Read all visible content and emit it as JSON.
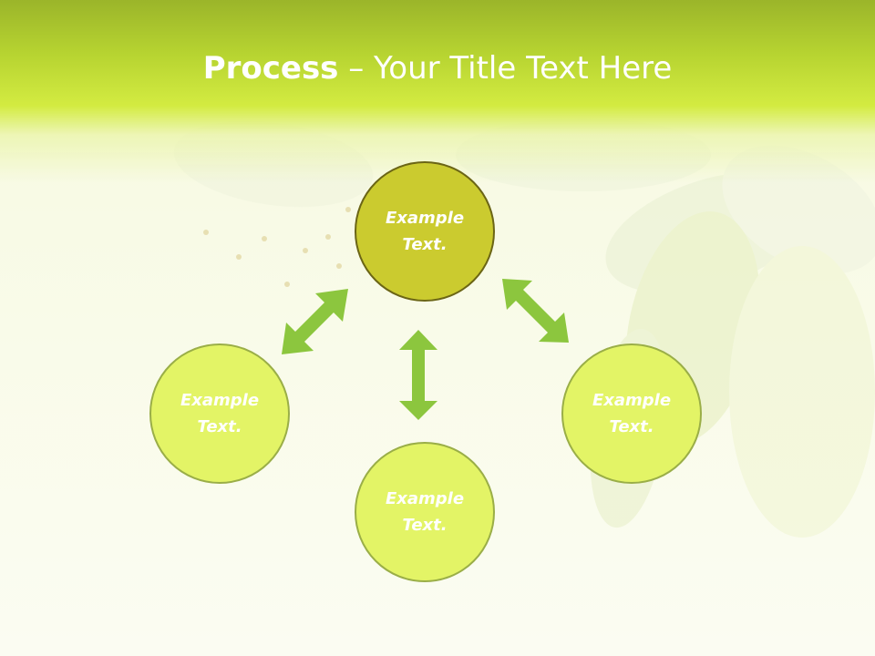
{
  "slide": {
    "title_bold": "Process",
    "title_rest": " – Your Title Text Here"
  },
  "diagram": {
    "nodes": [
      {
        "id": "top",
        "label_line1": "Example",
        "label_line2": "Text."
      },
      {
        "id": "left",
        "label_line1": "Example",
        "label_line2": "Text."
      },
      {
        "id": "bottom",
        "label_line1": "Example",
        "label_line2": "Text."
      },
      {
        "id": "right",
        "label_line1": "Example",
        "label_line2": "Text."
      }
    ]
  },
  "colors": {
    "header_green": "#b7d431",
    "main_node_fill": "#cbcb2f",
    "main_node_border": "#6b6515",
    "node_fill": "#e3f466",
    "node_border": "#9aae47",
    "arrow_green": "#8cc63e"
  }
}
